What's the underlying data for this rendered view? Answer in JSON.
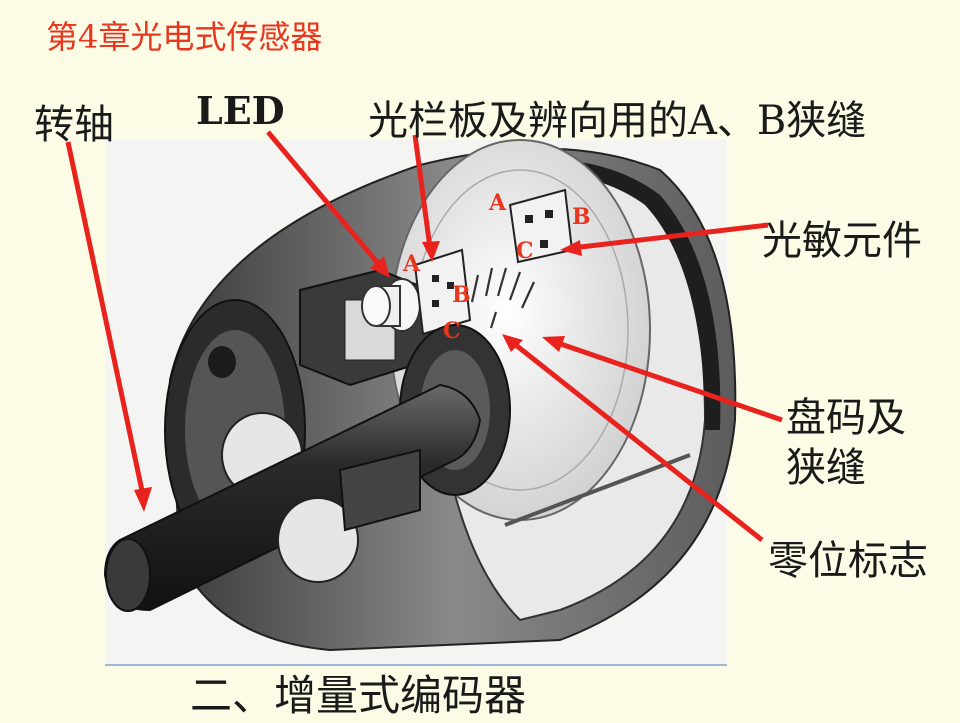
{
  "chapter_title": "第4章光电式传感器",
  "slide_title": "二、增量式编码器",
  "labels": {
    "shaft": "转轴",
    "led": "LED",
    "grating": "光栏板及辨向用的A、B狭缝",
    "photo": "光敏元件",
    "disk_line1": "盘码及",
    "disk_line2": "狭缝",
    "zero": "零位标志"
  },
  "letters": {
    "a": "A",
    "b": "B",
    "c": "C"
  },
  "colors": {
    "arrow": "#e8221c",
    "chapter": "#e8361f",
    "background": "#fbfbe6"
  }
}
